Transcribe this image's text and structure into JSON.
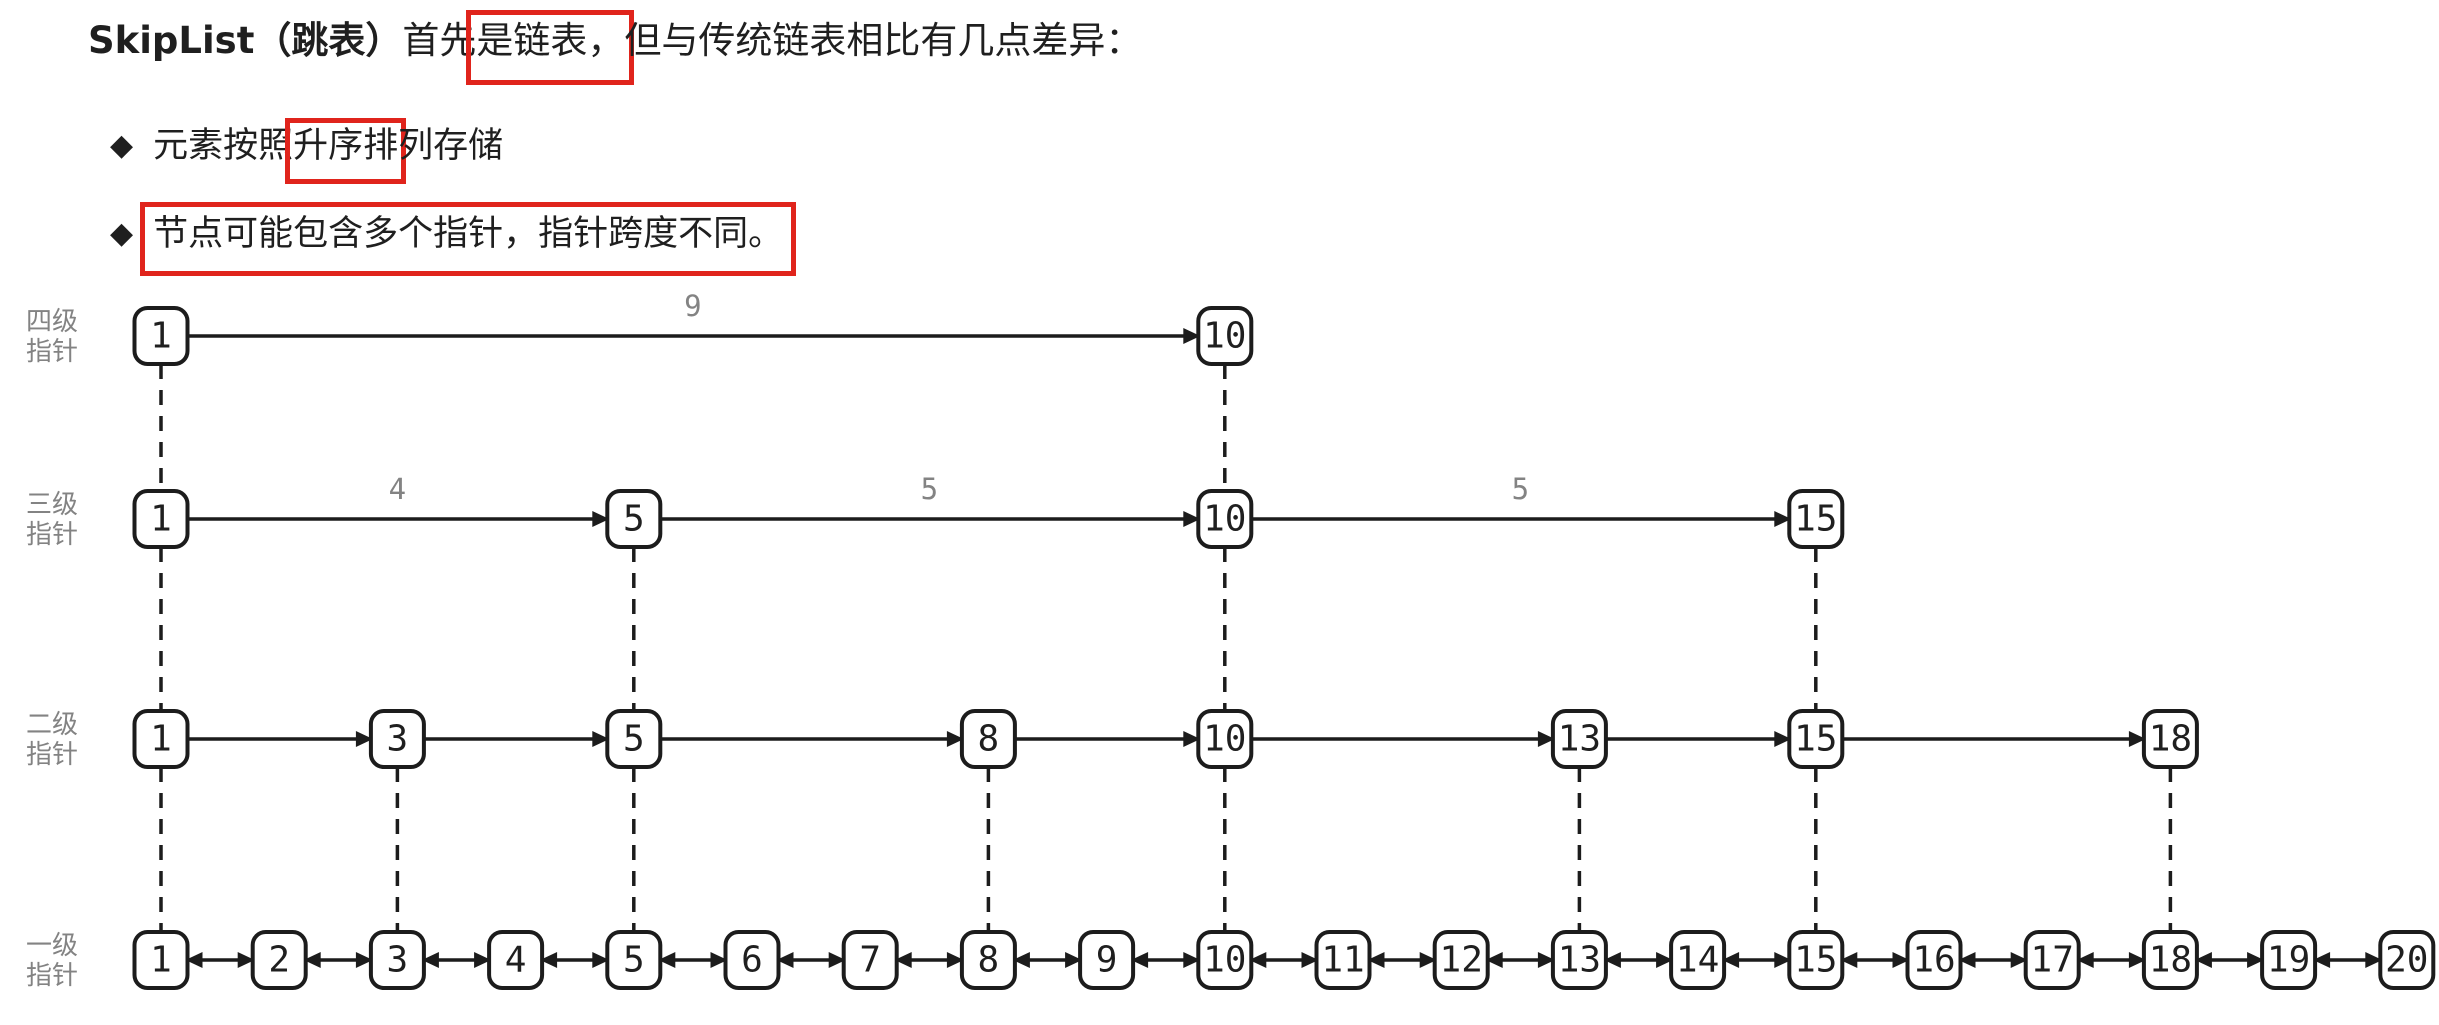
{
  "title": {
    "bold": "SkipList（跳表）",
    "pre": "首先",
    "boxed": "是链表，",
    "post": "但与传统链表相比有几点差异："
  },
  "bullets": [
    {
      "marker": "◆",
      "pre": "元素按照",
      "boxed": "升序排",
      "post": "列存储"
    },
    {
      "marker": "◆",
      "pre": "",
      "boxed": "节点可能包含多个指针，指针跨度不同。",
      "post": ""
    }
  ],
  "diagram": {
    "levels": [
      {
        "id": "level-4",
        "label_lines": [
          "四级",
          "指针"
        ],
        "nodes": [
          1,
          10
        ],
        "edge_labels": [
          "9"
        ],
        "arrows": "single"
      },
      {
        "id": "level-3",
        "label_lines": [
          "三级",
          "指针"
        ],
        "nodes": [
          1,
          5,
          10,
          15
        ],
        "edge_labels": [
          "4",
          "5",
          "5"
        ],
        "arrows": "single"
      },
      {
        "id": "level-2",
        "label_lines": [
          "二级",
          "指针"
        ],
        "nodes": [
          1,
          3,
          5,
          8,
          10,
          13,
          15,
          18
        ],
        "edge_labels": [],
        "arrows": "single"
      },
      {
        "id": "level-1",
        "label_lines": [
          "一级",
          "指针"
        ],
        "nodes": [
          1,
          2,
          3,
          4,
          5,
          6,
          7,
          8,
          9,
          10,
          11,
          12,
          13,
          14,
          15,
          16,
          17,
          18,
          19,
          20
        ],
        "edge_labels": [],
        "arrows": "double"
      }
    ],
    "colors": {
      "node_fill": "#ffffff",
      "node_border": "#1c1c1c",
      "line": "#1c1c1c",
      "muted": "#838383",
      "red": "#e0241c",
      "text": "#1f1f1f",
      "background": "#ffffff"
    }
  }
}
